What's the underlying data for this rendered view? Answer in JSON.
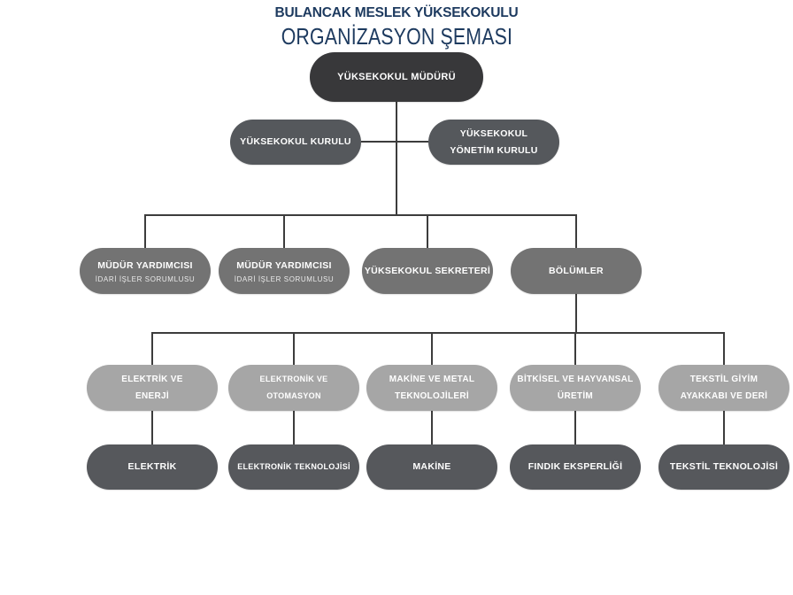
{
  "header": {
    "institution": "BULANCAK MESLEK YÜKSEKOKULU",
    "chart_title": "ORGANİZASYON ŞEMASI"
  },
  "colors": {
    "title": "#1d3a5f",
    "top_node": "#38383a",
    "level2_node": "#55585c",
    "level3_node": "#737373",
    "department_node": "#a6a6a6",
    "program_node": "#56585c",
    "connector": "#3c3c3c"
  },
  "org": {
    "director": "YÜKSEKOKUL MÜDÜRÜ",
    "boards": [
      {
        "lines": [
          "YÜKSEKOKUL KURULU"
        ]
      },
      {
        "lines": [
          "YÜKSEKOKUL",
          "YÖNETİM KURULU"
        ]
      }
    ],
    "units": [
      {
        "title": "MÜDÜR YARDIMCISI",
        "subtitle": "İDARİ İŞLER SORUMLUSU"
      },
      {
        "title": "MÜDÜR YARDIMCISI",
        "subtitle": "İDARİ İŞLER SORUMLUSU"
      },
      {
        "title": "YÜKSEKOKUL SEKRETERİ"
      },
      {
        "title": "BÖLÜMLER"
      }
    ],
    "departments": [
      {
        "lines": [
          "ELEKTRİK VE",
          "ENERJİ"
        ],
        "program": "ELEKTRİK"
      },
      {
        "lines": [
          "ELEKTRONİK VE",
          "OTOMASYON"
        ],
        "program": "ELEKTRONİK TEKNOLOJİSİ"
      },
      {
        "lines": [
          "MAKİNE VE METAL",
          "TEKNOLOJİLERİ"
        ],
        "program": "MAKİNE"
      },
      {
        "lines": [
          "BİTKİSEL VE HAYVANSAL",
          "ÜRETİM"
        ],
        "program": "FINDIK EKSPERLİĞİ"
      },
      {
        "lines": [
          "TEKSTİL GİYİM",
          "AYAKKABI VE DERİ"
        ],
        "program": "TEKSTİL TEKNOLOJİSİ"
      }
    ]
  }
}
